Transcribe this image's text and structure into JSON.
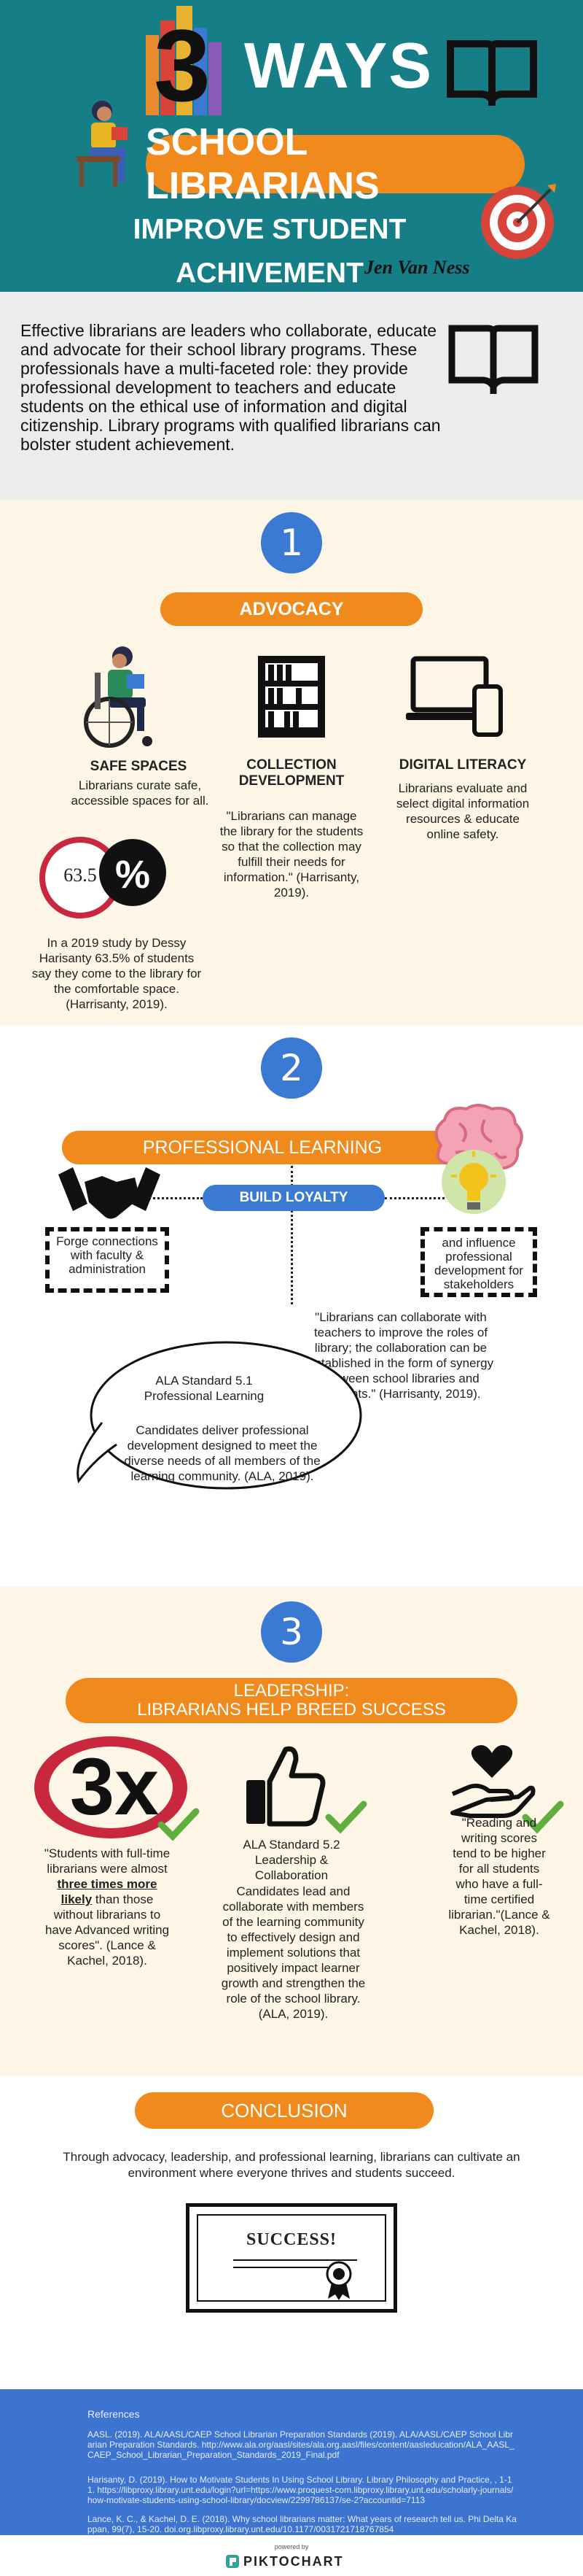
{
  "header": {
    "number": "3",
    "ways": "WAYS",
    "school_librarians": "SCHOOL LIBRARIANS",
    "improve": "IMPROVE STUDENT ACHIVEMENT",
    "author": "Jen Van Ness"
  },
  "intro": {
    "text": "Effective librarians are leaders who collaborate, educate and advocate for their school library programs. These professionals have a multi-faceted role: they provide professional development to teachers and educate students on the ethical use of information and digital citizenship. Library programs with qualified librarians can bolster student achievement."
  },
  "section1": {
    "number": "1",
    "title": "ADVOCACY",
    "safe_spaces": {
      "title": "SAFE SPACES",
      "text": "Librarians curate safe, accessible spaces for all."
    },
    "collection": {
      "title": "COLLECTION\nDEVELOPMENT",
      "quote": "\"Librarians can manage the library for the students so that the collection may fulfill their needs for information.\" (Harrisanty, 2019)."
    },
    "digital": {
      "title": "DIGITAL LITERACY",
      "text": "Librarians evaluate and select digital information resources & educate online safety."
    },
    "stat_value": "63.5",
    "stat_symbol": "%",
    "stat_text": "In a 2019 study by Dessy Harisanty 63.5% of students say they come to the library for the comfortable space. (Harrisanty, 2019)."
  },
  "section2": {
    "number": "2",
    "title": "PROFESSIONAL LEARNING",
    "loyalty": "BUILD LOYALTY",
    "forge": "Forge connections with faculty & administration",
    "influence": "and influence professional development for stakeholders",
    "collab_quote": "\"Librarians can collaborate with teachers to improve the roles of library; the collaboration can be established in the form of synergy between school libraries and students.\" (Harrisanty, 2019).",
    "standard_title": "ALA Standard 5.1 Professional Learning",
    "standard_text": "Candidates deliver professional development designed to meet the diverse needs of all members of the learning community. (ALA, 2019)."
  },
  "section3": {
    "number": "3",
    "title_line1": "LEADERSHIP:",
    "title_line2": "LIBRARIANS HELP BREED SUCCESS",
    "three_x": "3x",
    "left_before": "\"Students with full-time librarians were almost ",
    "left_emph": "three times more likely",
    "left_after": " than those without librarians to have Advanced writing scores\". (Lance & Kachel, 2018).",
    "standard_title": "ALA Standard 5.2 Leadership & Collaboration",
    "standard_text": "Candidates lead and collaborate with members of the learning community to effectively design and implement solutions that positively impact learner growth and strengthen the role of the school library. (ALA, 2019).",
    "right_text": "\"Reading and writing scores tend to be higher for all students who have a full-time certified librarian.\"(Lance & Kachel, 2018)."
  },
  "conclusion": {
    "title": "CONCLUSION",
    "text": "Through advocacy, leadership, and professional learning, librarians can cultivate an environment where everyone thrives and students succeed.",
    "certificate": "SUCCESS!"
  },
  "references": {
    "heading": "References",
    "ref1": "AASL. (2019). ALA/AASL/CAEP School Librarian Preparation Standards (2019). ALA/AASL/CAEP School Librarian Preparation Standards. http://www.ala.org/aasl/sites/ala.org.aasl/files/content/aasleducation/ALA_AASL_CAEP_School_Librarian_Preparation_Standards_2019_Final.pdf",
    "ref2": "Harisanty, D. (2019). How to Motivate Students In Using School Library. Library Philosophy and Practice, , 1-11. https://libproxy.library.unt.edu/login?url=https://www.proquest-com.libproxy.library.unt.edu/scholarly-journals/how-motivate-students-using-school-library/docview/2299786137/se-2?accountid=7113",
    "ref3": "Lance, K. C., & Kachel, D. E. (2018). Why school librarians matter: What years of research tell us. Phi Delta Kappan, 99(7), 15-20. doi.org.libproxy.library.unt.edu/10.1177/0031721718767854"
  },
  "footer": {
    "powered": "powered by",
    "brand": "PIKTOCHART"
  },
  "colors": {
    "teal": "#157e86",
    "orange": "#f08a1c",
    "blue": "#3a7ad3",
    "cream": "#fdf6e7",
    "ref_blue": "#3d74cf"
  }
}
